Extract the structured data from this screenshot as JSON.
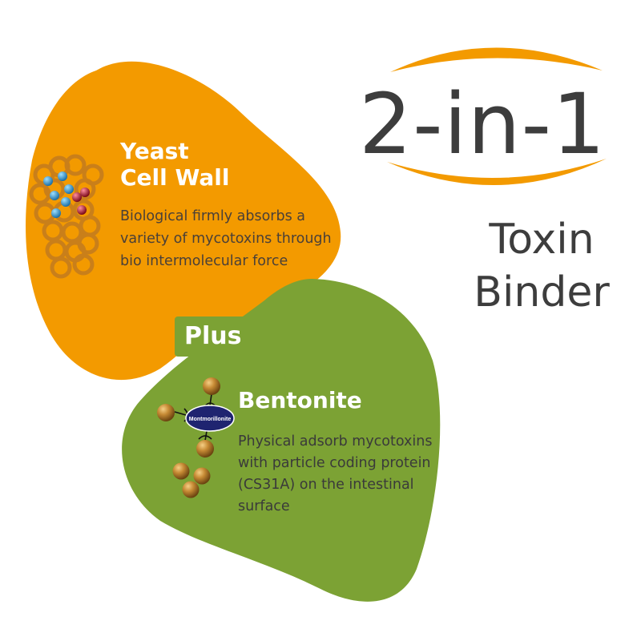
{
  "headline": "2-in-1",
  "product": {
    "line1": "Toxin",
    "line2": "Binder"
  },
  "yeast": {
    "title_line1": "Yeast",
    "title_line2": "Cell Wall",
    "description": "Biological firmly absorbs a variety of mycotoxins through bio intermolecular force"
  },
  "plus_label": "Plus",
  "bentonite": {
    "title": "Bentonite",
    "molecule_label": "Montmorillonite",
    "description": "Physical adsorb mycotoxins with particle coding protein (CS31A) on the intestinal surface"
  },
  "colors": {
    "orange": "#f39a00",
    "green": "#7ca234",
    "text_dark": "#3d3d3d",
    "molecule_blue": "#2e9ad0",
    "molecule_red": "#b01030",
    "sphere_bronze": "#b87a2c",
    "montmorillonite_navy": "#1f2470"
  }
}
